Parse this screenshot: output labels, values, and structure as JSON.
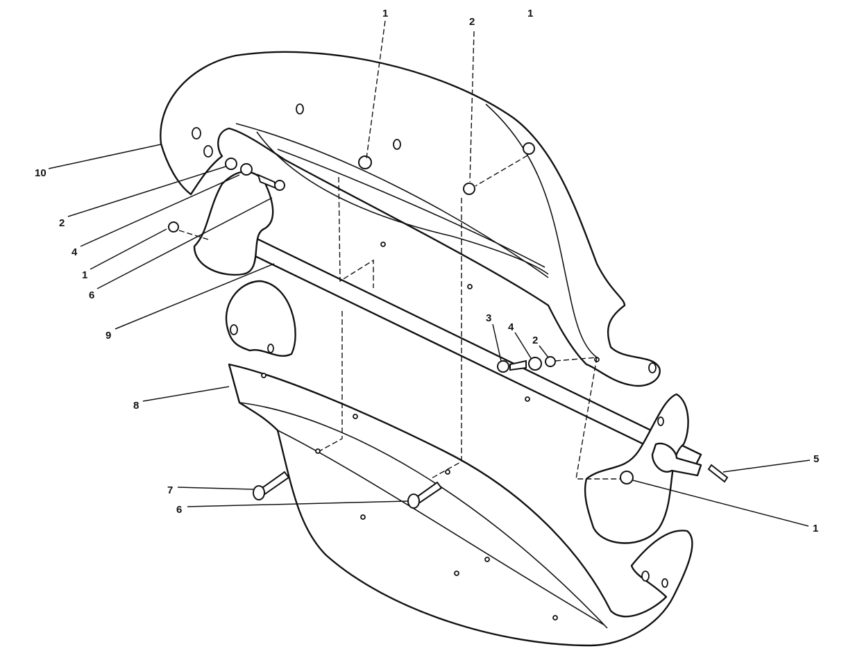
{
  "callouts": [
    {
      "id": "c1",
      "text": "1"
    },
    {
      "id": "c2",
      "text": "2"
    },
    {
      "id": "c3",
      "text": "1"
    },
    {
      "id": "c4",
      "text": "10"
    },
    {
      "id": "c5",
      "text": "2"
    },
    {
      "id": "c6",
      "text": "4"
    },
    {
      "id": "c7",
      "text": "1"
    },
    {
      "id": "c8",
      "text": "6"
    },
    {
      "id": "c9",
      "text": "9"
    },
    {
      "id": "c10",
      "text": "3"
    },
    {
      "id": "c11",
      "text": "4"
    },
    {
      "id": "c12",
      "text": "2"
    },
    {
      "id": "c13",
      "text": "8"
    },
    {
      "id": "c14",
      "text": "5"
    },
    {
      "id": "c15",
      "text": "7"
    },
    {
      "id": "c16",
      "text": "6"
    },
    {
      "id": "c17",
      "text": "1"
    }
  ]
}
